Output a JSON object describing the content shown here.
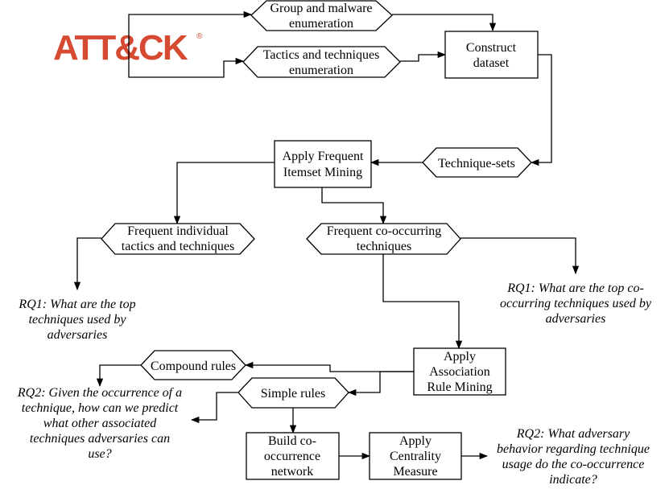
{
  "logo": {
    "text": "ATT&CK",
    "reg": "®",
    "color": "#d64a32"
  },
  "nodes": {
    "group_malware": [
      "Group and malware",
      "enumeration"
    ],
    "tactics_techniques": [
      "Tactics and techniques",
      "enumeration"
    ],
    "construct_dataset": [
      "Construct",
      "dataset"
    ],
    "technique_sets": [
      "Technique-sets"
    ],
    "apply_fim": [
      "Apply Frequent",
      "Itemset Mining"
    ],
    "frequent_individual": [
      "Frequent individual",
      "tactics and techniques"
    ],
    "frequent_cooccurring": [
      "Frequent co-occurring",
      "techniques"
    ],
    "apply_arm": [
      "Apply",
      "Association",
      "Rule Mining"
    ],
    "compound_rules": [
      "Compound rules"
    ],
    "simple_rules": [
      "Simple rules"
    ],
    "build_network": [
      "Build co-",
      "occurrence",
      "network"
    ],
    "apply_centrality": [
      "Apply",
      "Centrality",
      "Measure"
    ]
  },
  "questions": {
    "rq1_left": [
      "RQ1: What are the top",
      "techniques used by",
      "adversaries"
    ],
    "rq1_right": [
      "RQ1: What are the top co-",
      "occurring techniques used by",
      "adversaries"
    ],
    "rq2_left": [
      "RQ2: Given the occurrence of a",
      "technique, how can we predict",
      "what other associated",
      "techniques adversaries can",
      "use?"
    ],
    "rq2_right": [
      "RQ2: What adversary",
      "behavior regarding technique",
      "usage do the co-occurrence",
      "indicate?"
    ]
  }
}
